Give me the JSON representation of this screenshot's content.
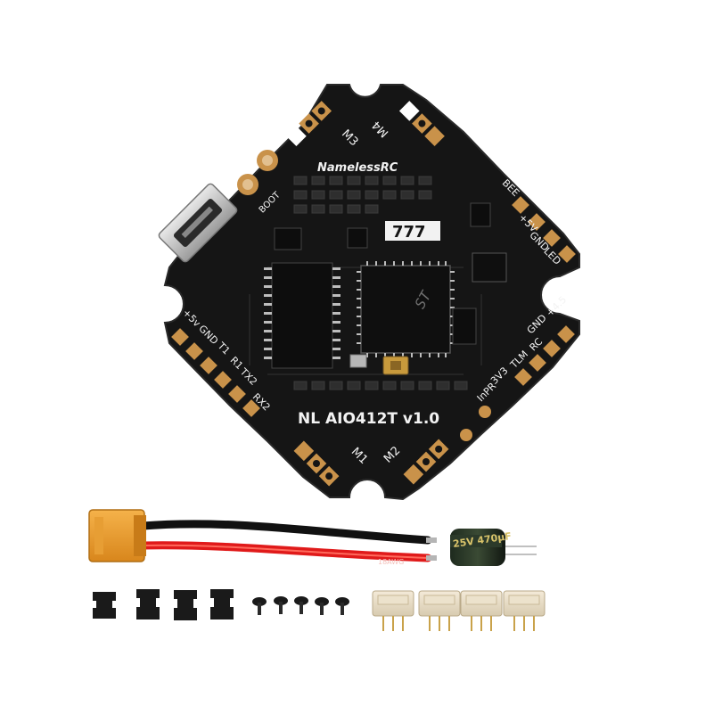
{
  "board": {
    "brand": "NamelessRC",
    "model": "NL AIO412T v1.0",
    "colors": {
      "pcb": "#151515",
      "pad": "#c9924a",
      "silkscreen": "#f2f2f2"
    },
    "motor_labels": {
      "m1": "M1",
      "m2": "M2",
      "m3": "M3",
      "m4": "M4"
    },
    "top_left_labels": {
      "boot": "BOOT"
    },
    "right_upper_labels": {
      "bee": "BEE",
      "plus5v": "+5V",
      "gnd": "GND",
      "led": "LED"
    },
    "right_lower_labels": {
      "plus4v5": "+4.5",
      "gnd": "GND",
      "rc": "RC",
      "tlm": "TLM",
      "v3": "3V3",
      "inpr": "InPR"
    },
    "left_labels": {
      "plus5v": "+5v",
      "gnd": "GND",
      "t1": "T1",
      "r1": "R1",
      "tx2": "TX2",
      "rx2": "RX2"
    },
    "chip_logo": "ST",
    "code_badge": "777"
  },
  "accessories": {
    "capacitor_label": "25V 470μF",
    "wire_marking": "18AWG",
    "connector": "XT30",
    "pad_count": 4,
    "screw_count": 5,
    "motor_plug_count": 4
  }
}
